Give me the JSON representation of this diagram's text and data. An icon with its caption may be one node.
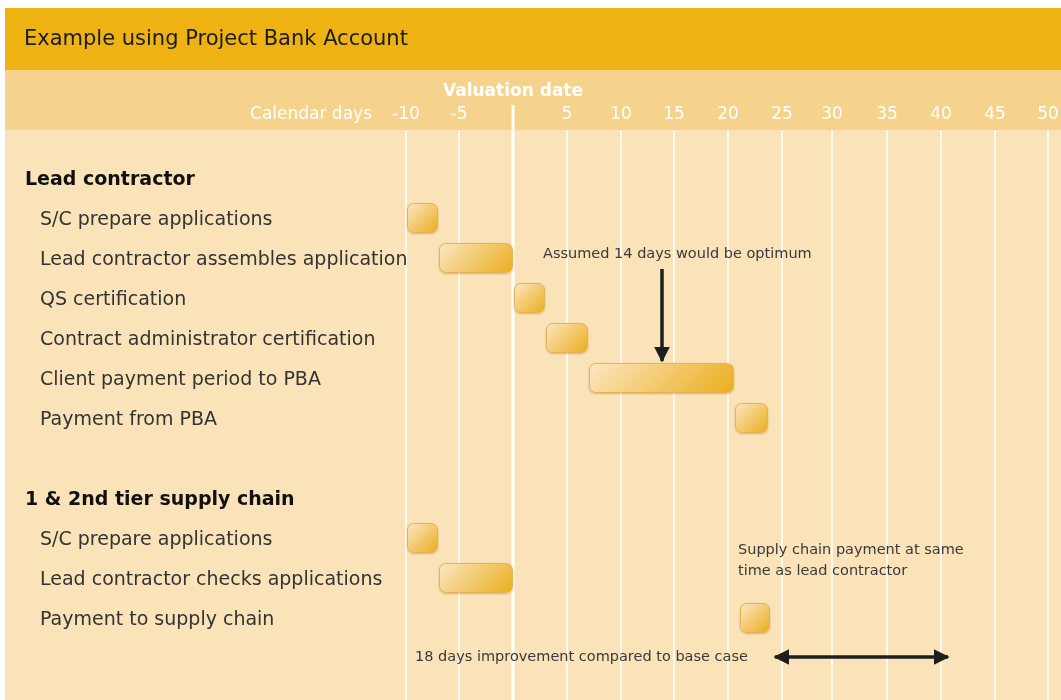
{
  "diagram": {
    "title": "Example using Project Bank Account",
    "nodes": [
      {
        "text": [],
        "shape": "bar"
      },
      {
        "text": [],
        "shape": "bar"
      },
      {
        "text": [],
        "shape": "bar"
      },
      {
        "text": [],
        "shape": "bar"
      },
      {
        "text": [],
        "shape": "bar"
      },
      {
        "text": [],
        "shape": "bar"
      },
      {
        "text": [],
        "shape": "bar"
      },
      {
        "text": [],
        "shape": "bar"
      },
      {
        "text": [],
        "shape": "bar"
      },
      {
        "text": [
          "Assumed 14 days would be optimum"
        ]
      }
    ],
    "edges": [
      {
        "from": 9,
        "to": 4,
        "arrow": "to"
      }
    ],
    "labels": [
      "Valuation date",
      "Calendar days",
      "-10",
      "-5",
      "5",
      "10",
      "15",
      "20",
      "25",
      "30",
      "35",
      "40",
      "45",
      "50",
      "Lead contractor",
      "S/C prepare applications",
      "Lead contractor assembles application",
      "QS certification",
      "Contract administrator certification",
      "Client payment period to PBA",
      "Payment from PBA",
      "1 & 2nd tier supply chain",
      "S/C prepare applications",
      "Lead contractor checks applications",
      "Payment to supply chain",
      "Supply chain payment at same time as lead contractor",
      "18 days improvement compared to base case"
    ]
  }
}
